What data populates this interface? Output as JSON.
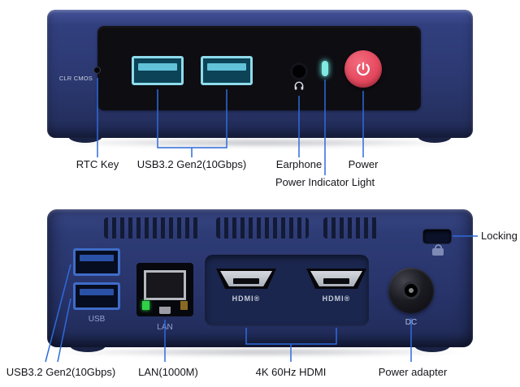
{
  "title": "Mini PC front and rear port diagram",
  "colors": {
    "callout": "#2e6bdc",
    "power-button": "#e64a60",
    "indicator-cyan": "#7fe9e2",
    "usb-front-teal": "#8edbeb",
    "usb-rear-blue": "#3f6cc8"
  },
  "front": {
    "device_texts": {
      "clr_cmos": "CLR CMOS"
    },
    "labels": {
      "rtc": "RTC Key",
      "usb": "USB3.2 Gen2(10Gbps)",
      "earphone": "Earphone",
      "power": "Power",
      "indicator": "Power Indicator Light"
    }
  },
  "rear": {
    "device_texts": {
      "usb": "USB",
      "lan": "LAN",
      "hdmi": "HDMI®",
      "dc": "DC"
    },
    "labels": {
      "locking": "Locking",
      "usb": "USB3.2 Gen2(10Gbps)",
      "lan": "LAN(1000M)",
      "hdmi": "4K 60Hz HDMI",
      "power_adapter": "Power adapter"
    }
  }
}
